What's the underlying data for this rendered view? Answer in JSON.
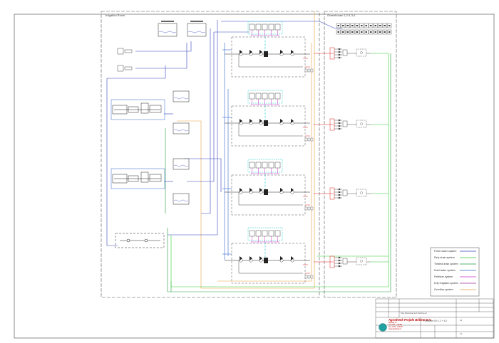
{
  "areas": {
    "left": "Irrigation Room",
    "right": "Greenhouse 1,2 & 3,4"
  },
  "legend": [
    {
      "label": "Fresh water system",
      "color": "#3344bb"
    },
    {
      "label": "Dirty drain system",
      "color": "#33cc33"
    },
    {
      "label": "Treated drain system",
      "color": "#229944"
    },
    {
      "label": "Nutri water system",
      "color": "#3366cc"
    },
    {
      "label": "Fertilizer system",
      "color": "#cc33cc"
    },
    {
      "label": "Drip irrigation system",
      "color": "#993399"
    },
    {
      "label": "Overflow system",
      "color": "#e8a040"
    }
  ],
  "title_block": {
    "company": "Agrotheek Projekt Brikent B.V.",
    "address": "Rijnweg 12\nTel. 0174 - 123456\nFax. 0174 - 123457\nwww.agrotheek.nl",
    "drawing_title": "Flowchart GH 1,2 + 3,4",
    "revision_text": "Plan Watertreat and flooding etc",
    "size": "A3",
    "page": "1/1"
  },
  "colors": {
    "frame": "#444444",
    "dashed": "#555555",
    "fresh": "#3344bb",
    "nutri": "#3366cc",
    "dirty": "#33cc33",
    "treated": "#229944",
    "fert": "#cc33cc",
    "drip": "#993399",
    "overflow": "#e8a040",
    "red": "#dd2222",
    "cyan": "#22cccc",
    "brand": "#c00000"
  }
}
